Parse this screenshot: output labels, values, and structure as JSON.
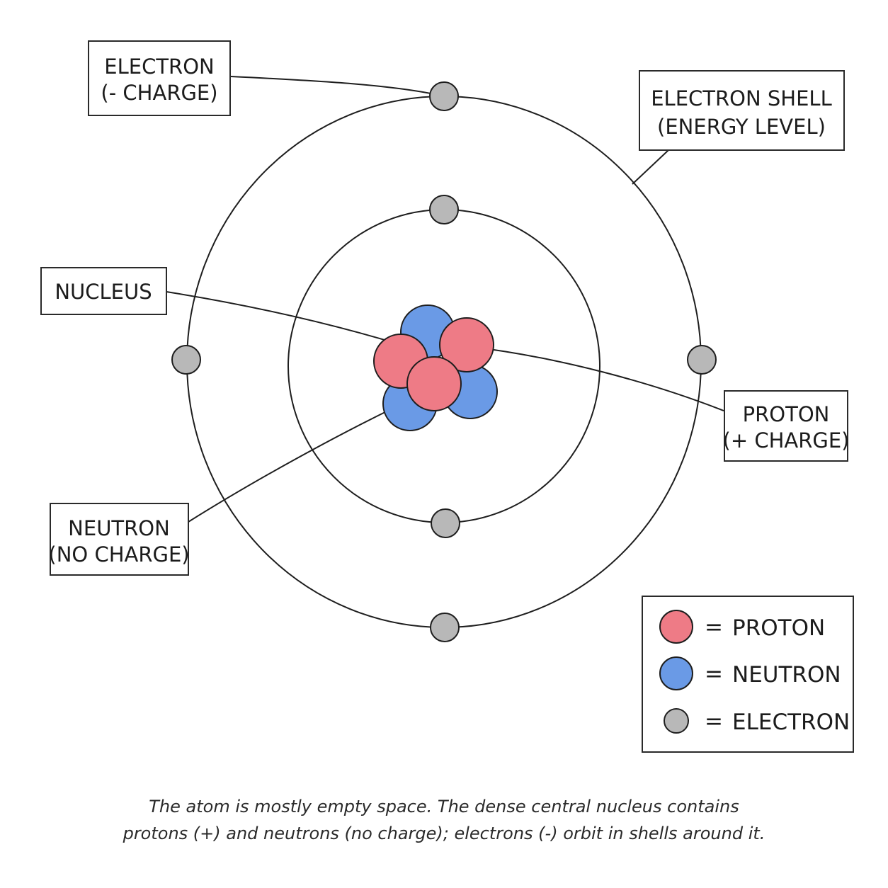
{
  "labels": {
    "electron": {
      "line1": "ELECTRON",
      "line2": "(- CHARGE)"
    },
    "electron_shell": {
      "line1": "ELECTRON SHELL",
      "line2": "(ENERGY LEVEL)"
    },
    "nucleus": {
      "line1": "NUCLEUS"
    },
    "proton": {
      "line1": "PROTON",
      "line2": "(+ CHARGE)"
    },
    "neutron": {
      "line1": "NEUTRON",
      "line2": "(NO CHARGE)"
    }
  },
  "legend": {
    "equals": "=",
    "items": [
      {
        "label": "PROTON",
        "color": "#ee7b86"
      },
      {
        "label": "NEUTRON",
        "color": "#6a9ae6"
      },
      {
        "label": "ELECTRON",
        "color": "#b8b8b8"
      }
    ]
  },
  "caption": {
    "line1": "The atom is mostly empty space. The dense central nucleus contains",
    "line2": "protons (+) and neutrons (no charge); electrons (-) orbit in shells around it."
  },
  "colors": {
    "proton_fill": "#ee7b86",
    "neutron_fill": "#6a9ae6",
    "electron_fill": "#b8b8b8",
    "outline": "#1e1e1e"
  }
}
